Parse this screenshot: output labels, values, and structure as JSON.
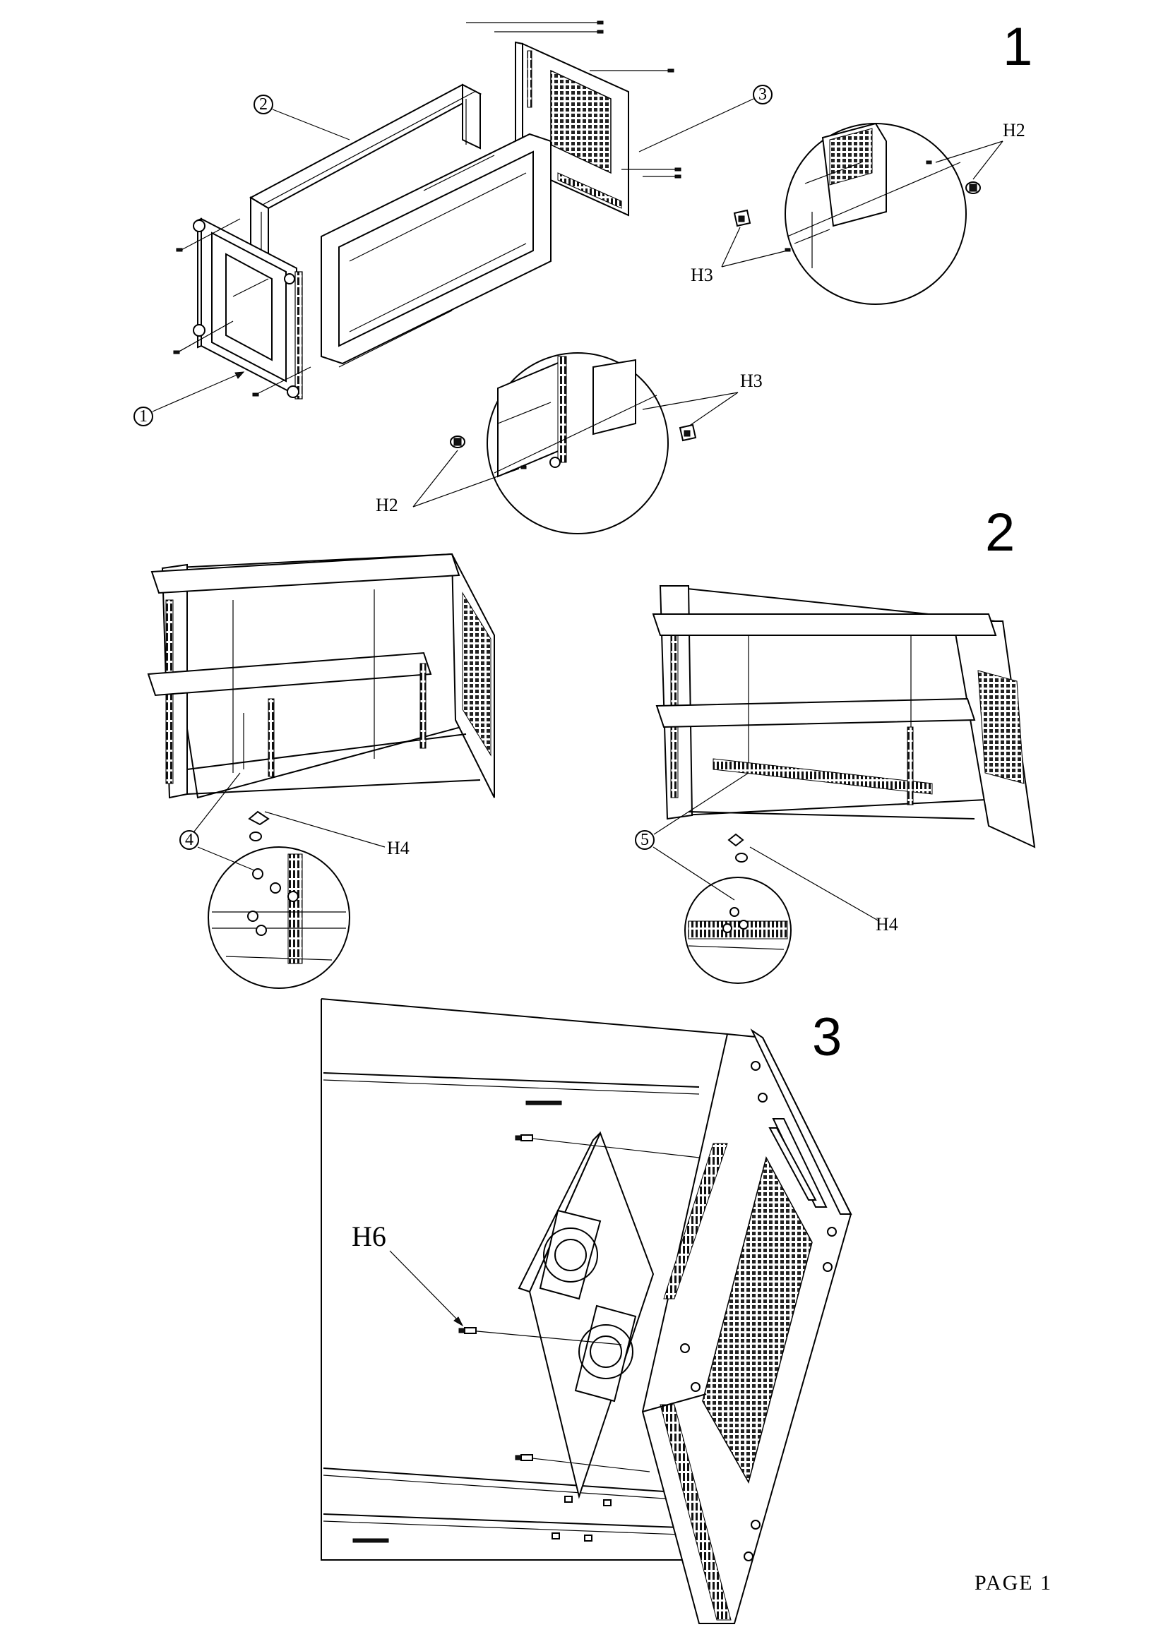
{
  "steps": {
    "step1": "1",
    "step2": "2",
    "step3": "3"
  },
  "parts": {
    "p1": "1",
    "p2": "2",
    "p3": "3",
    "p4": "4",
    "p5": "5"
  },
  "hardware": {
    "h2_detail_a": "H2",
    "h3_detail_a": "H3",
    "h3_detail_b": "H3",
    "h2_detail_b": "H2",
    "h4_left": "H4",
    "h4_right": "H4",
    "h6": "H6"
  },
  "footer": {
    "page": "PAGE 1"
  },
  "colors": {
    "ink": "#000000",
    "paper": "#ffffff"
  }
}
